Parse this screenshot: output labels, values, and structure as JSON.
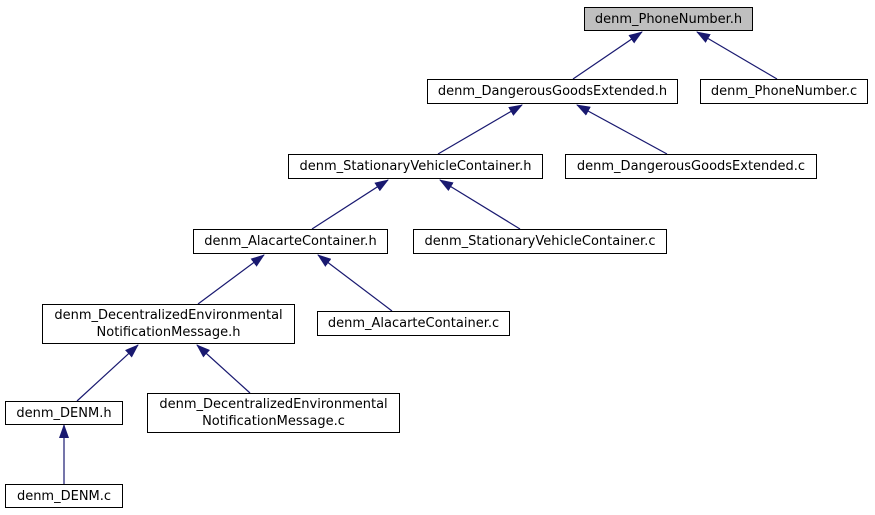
{
  "diagram": {
    "kind": "include-dependency-graph",
    "root_file": "denm_PhoneNumber.h",
    "colors": {
      "edge": "#191970",
      "root_node_fill": "#bfbfbf",
      "node_fill": "#ffffff",
      "node_border": "#000000",
      "background": "#ffffff"
    },
    "nodes": {
      "phonenumber_h": {
        "label": "denm_PhoneNumber.h"
      },
      "dangerousgoodsextended_h": {
        "label": "denm_DangerousGoodsExtended.h"
      },
      "phonenumber_c": {
        "label": "denm_PhoneNumber.c"
      },
      "stationaryvehiclecontainer_h": {
        "label": "denm_StationaryVehicleContainer.h"
      },
      "dangerousgoodsextended_c": {
        "label": "denm_DangerousGoodsExtended.c"
      },
      "alacartecontainer_h": {
        "label": "denm_AlacarteContainer.h"
      },
      "stationaryvehiclecontainer_c": {
        "label": "denm_StationaryVehicleContainer.c"
      },
      "decentralized_h": {
        "label_line1": "denm_DecentralizedEnvironmental",
        "label_line2": "NotificationMessage.h"
      },
      "alacartecontainer_c": {
        "label": "denm_AlacarteContainer.c"
      },
      "denm_h": {
        "label": "denm_DENM.h"
      },
      "decentralized_c": {
        "label_line1": "denm_DecentralizedEnvironmental",
        "label_line2": "NotificationMessage.c"
      },
      "denm_c": {
        "label": "denm_DENM.c"
      }
    },
    "edges": [
      {
        "from": "denm_DangerousGoodsExtended.h",
        "to": "denm_PhoneNumber.h"
      },
      {
        "from": "denm_PhoneNumber.c",
        "to": "denm_PhoneNumber.h"
      },
      {
        "from": "denm_StationaryVehicleContainer.h",
        "to": "denm_DangerousGoodsExtended.h"
      },
      {
        "from": "denm_DangerousGoodsExtended.c",
        "to": "denm_DangerousGoodsExtended.h"
      },
      {
        "from": "denm_AlacarteContainer.h",
        "to": "denm_StationaryVehicleContainer.h"
      },
      {
        "from": "denm_StationaryVehicleContainer.c",
        "to": "denm_StationaryVehicleContainer.h"
      },
      {
        "from": "denm_DecentralizedEnvironmentalNotificationMessage.h",
        "to": "denm_AlacarteContainer.h"
      },
      {
        "from": "denm_AlacarteContainer.c",
        "to": "denm_AlacarteContainer.h"
      },
      {
        "from": "denm_DENM.h",
        "to": "denm_DecentralizedEnvironmentalNotificationMessage.h"
      },
      {
        "from": "denm_DecentralizedEnvironmentalNotificationMessage.c",
        "to": "denm_DecentralizedEnvironmentalNotificationMessage.h"
      },
      {
        "from": "denm_DENM.c",
        "to": "denm_DENM.h"
      }
    ]
  }
}
